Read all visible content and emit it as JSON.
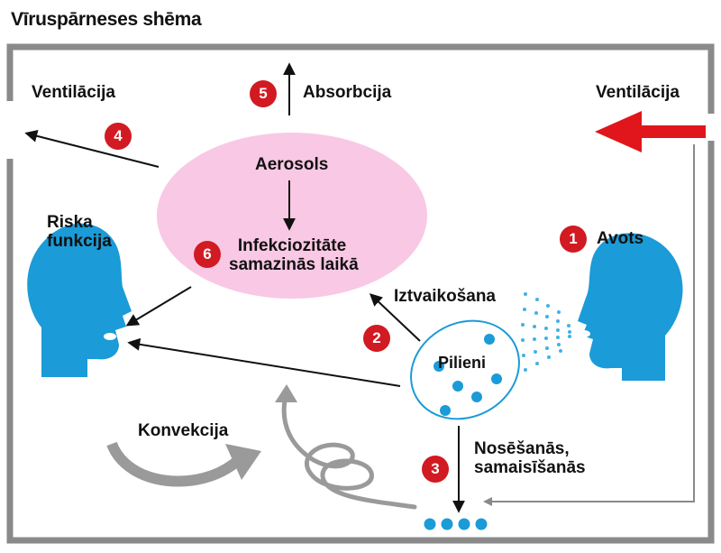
{
  "title": "Vīruspārneses shēma",
  "labels": {
    "ventilation_left": "Ventilācija",
    "ventilation_right": "Ventilācija",
    "absorption": "Absorbcija",
    "aerosol": "Aerosols",
    "infectivity_line1": "Infekciozitāte",
    "infectivity_line2": "samazinās laikā",
    "risk_line1": "Riska",
    "risk_line2": "funkcija",
    "source": "Avots",
    "evaporation": "Iztvaikošana",
    "droplets": "Pilieni",
    "convection": "Konvekcija",
    "settling_line1": "Nosēšanās,",
    "settling_line2": "samaisīšanās"
  },
  "badges": {
    "source": "1",
    "evaporation": "2",
    "settling": "3",
    "ventilation": "4",
    "absorption": "5",
    "infectivity": "6"
  },
  "colors": {
    "frame": "#8a8a8a",
    "head": "#1b9bd7",
    "aerosol_fill": "#f9c8e4",
    "droplet": "#1b9bd7",
    "badge": "#d11a22",
    "ventilation_arrow": "#e0161c",
    "convection": "#9a9a9a"
  }
}
